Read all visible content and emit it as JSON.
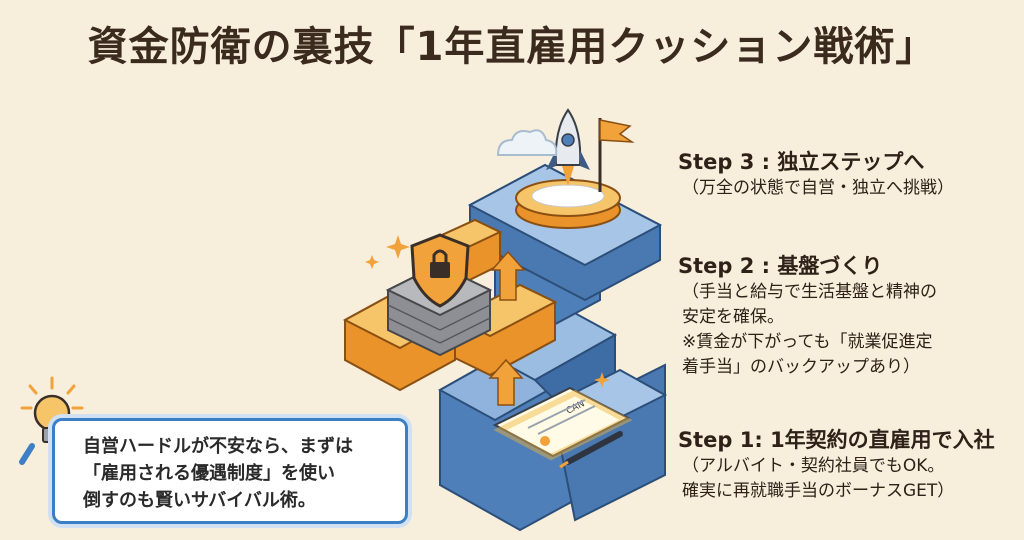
{
  "title": "資金防衛の裏技「1年直雇用クッション戦術」",
  "steps": {
    "step3": {
      "title": "Step 3 : 独立ステップへ",
      "lines": [
        "（万全の状態で自営・独立へ挑戦）"
      ]
    },
    "step2": {
      "title": "Step 2 : 基盤づくり",
      "lines": [
        "（手当と給与で生活基盤と精神の",
        "安定を確保。",
        "※賃金が下がっても「就業促進定",
        "着手当」のバックアップあり）"
      ]
    },
    "step1": {
      "title": "Step 1: 1年契約の直雇用で入社",
      "lines": [
        "（アルバイト・契約社員でもOK。",
        "確実に再就職手当のボーナスGET）"
      ]
    }
  },
  "callout": {
    "lines": [
      "自営ハードルが不安なら、まずは",
      "「雇用される優遇制度」を使い",
      "倒すのも賢いサバイバル術。"
    ]
  },
  "illustration": {
    "contract_label": "CAN",
    "icons": [
      "rocket-icon",
      "flag-icon",
      "cloud-icon",
      "shield-lock-icon",
      "castle-wall-icon",
      "contract-document-icon",
      "pen-icon",
      "lightbulb-icon",
      "sparkle-icon"
    ]
  },
  "colors": {
    "background": "#f7eedc",
    "stair_blue": "#4f7fb8",
    "stair_orange": "#f0a63a",
    "callout_border": "#3d7fc4"
  }
}
